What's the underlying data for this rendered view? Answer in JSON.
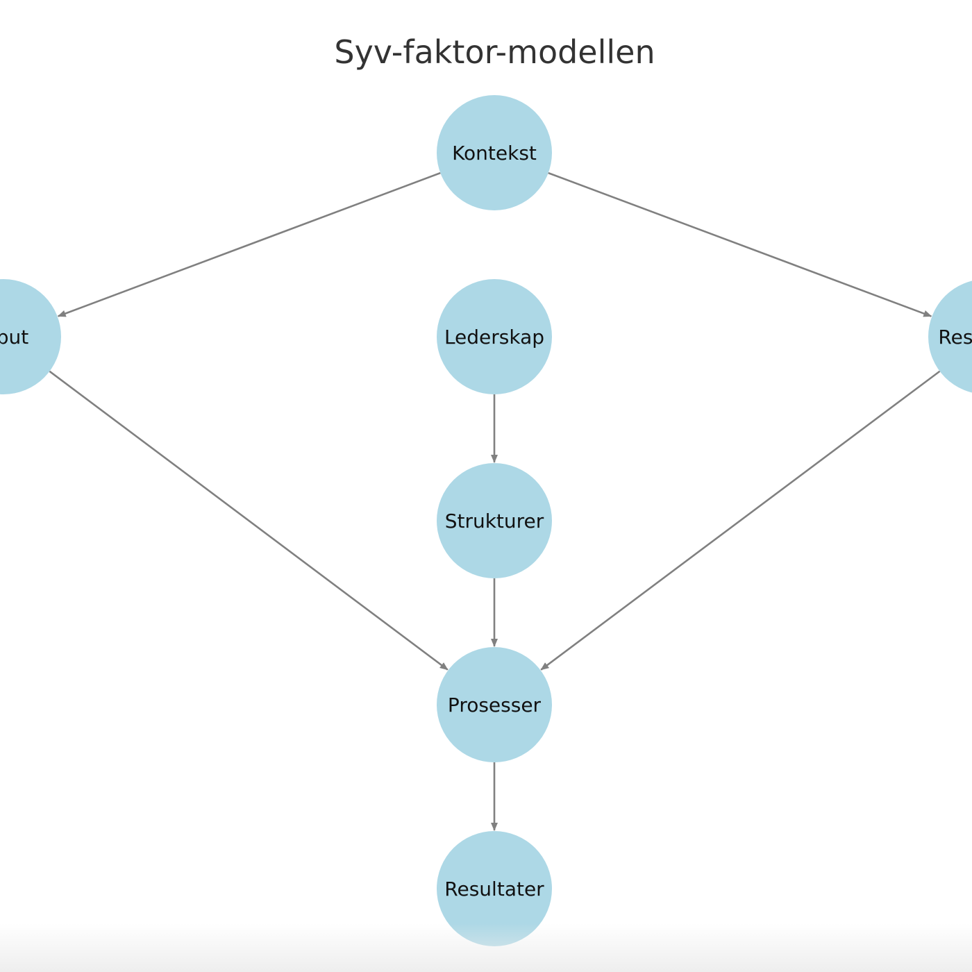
{
  "diagram": {
    "title": "Syv-faktor-modellen",
    "colors": {
      "node_fill": "#ADD8E6",
      "edge": "#808080",
      "label": "#111111",
      "title": "#333333"
    },
    "nodes": [
      {
        "id": "kontekst",
        "label": "Kontekst"
      },
      {
        "id": "input",
        "label": "Input"
      },
      {
        "id": "ledersk",
        "label": "Lederskap"
      },
      {
        "id": "ressurser",
        "label": "Ressurser"
      },
      {
        "id": "strukturer",
        "label": "Strukturer"
      },
      {
        "id": "prosesser",
        "label": "Prosesser"
      },
      {
        "id": "resultater",
        "label": "Resultater"
      }
    ],
    "edges": [
      {
        "from": "kontekst",
        "to": "input"
      },
      {
        "from": "kontekst",
        "to": "ressurser"
      },
      {
        "from": "ledersk",
        "to": "strukturer"
      },
      {
        "from": "strukturer",
        "to": "prosesser"
      },
      {
        "from": "input",
        "to": "prosesser"
      },
      {
        "from": "ressurser",
        "to": "prosesser"
      },
      {
        "from": "prosesser",
        "to": "resultater"
      }
    ]
  }
}
